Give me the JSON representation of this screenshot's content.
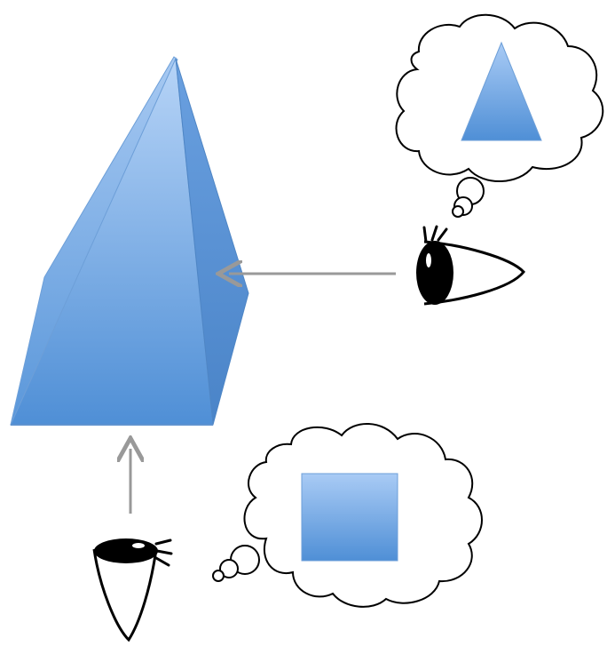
{
  "diagram": {
    "subject": "pyramid",
    "viewers": [
      {
        "id": "side",
        "sees": "triangle"
      },
      {
        "id": "bottom",
        "sees": "square"
      }
    ],
    "colors": {
      "shape_light": "#a9cbf5",
      "shape_mid": "#7fb0ea",
      "shape_dark": "#4f8fd6",
      "arrow": "#999999",
      "outline": "#000000",
      "background": "#ffffff"
    }
  }
}
